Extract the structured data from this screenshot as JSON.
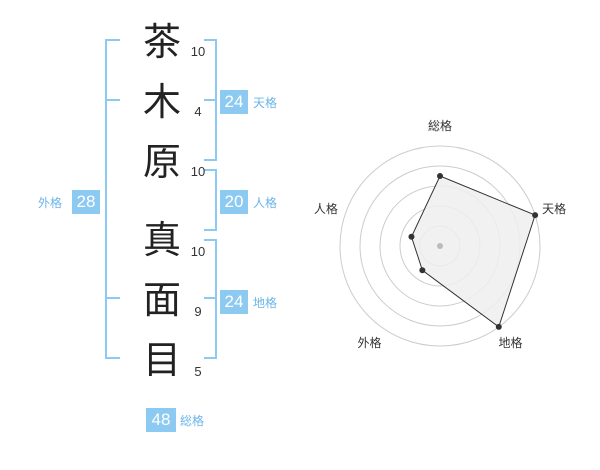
{
  "name": {
    "surname": [
      {
        "char": "茶",
        "strokes": "10"
      },
      {
        "char": "木",
        "strokes": "4"
      },
      {
        "char": "原",
        "strokes": "10"
      }
    ],
    "given": [
      {
        "char": "真",
        "strokes": "10"
      },
      {
        "char": "面",
        "strokes": "9"
      },
      {
        "char": "目",
        "strokes": "5"
      }
    ]
  },
  "fortunes": {
    "tenkaku": {
      "value": "24",
      "label": "天格"
    },
    "jinkaku": {
      "value": "20",
      "label": "人格"
    },
    "chikaku": {
      "value": "24",
      "label": "地格"
    },
    "gaikaku": {
      "value": "28",
      "label": "外格"
    },
    "soukaku": {
      "value": "48",
      "label": "総格"
    }
  },
  "radar": {
    "axes": [
      "総格",
      "天格",
      "地格",
      "外格",
      "人格"
    ],
    "max": 5,
    "values": [
      3.5,
      5,
      5,
      1.5,
      1.5
    ],
    "rings": 5,
    "colors": {
      "ring": "#cccccc",
      "fill": "#efefef",
      "stroke": "#333333",
      "point": "#333333",
      "center": "#bbbbbb"
    }
  },
  "colors": {
    "accent": "#8dcaf1",
    "accent_text": "#6bb5e8"
  }
}
